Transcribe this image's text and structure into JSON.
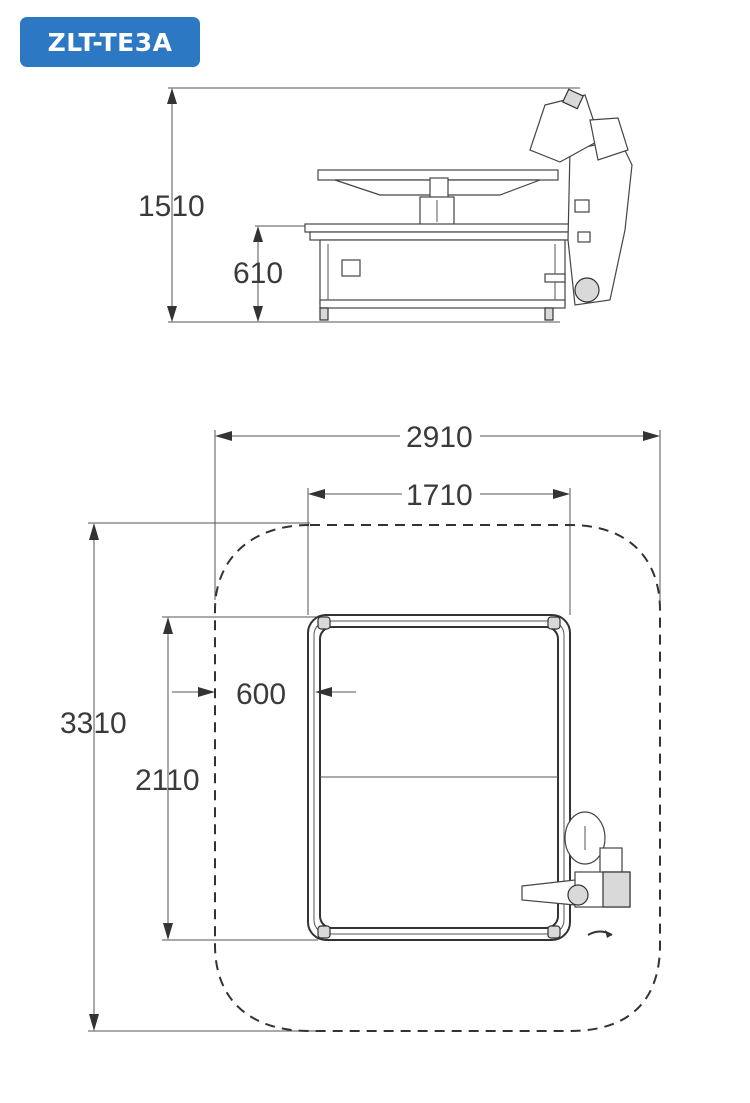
{
  "model_label": "ZLT-TE3A",
  "side_view": {
    "dims": {
      "total_height": "1510",
      "table_height": "610"
    }
  },
  "top_view": {
    "dims": {
      "overall_width": "2910",
      "table_width": "1710",
      "overall_depth": "3310",
      "table_depth": "2110",
      "clearance": "600"
    }
  },
  "colors": {
    "badge": "#2c78c2",
    "line": "#333333"
  }
}
